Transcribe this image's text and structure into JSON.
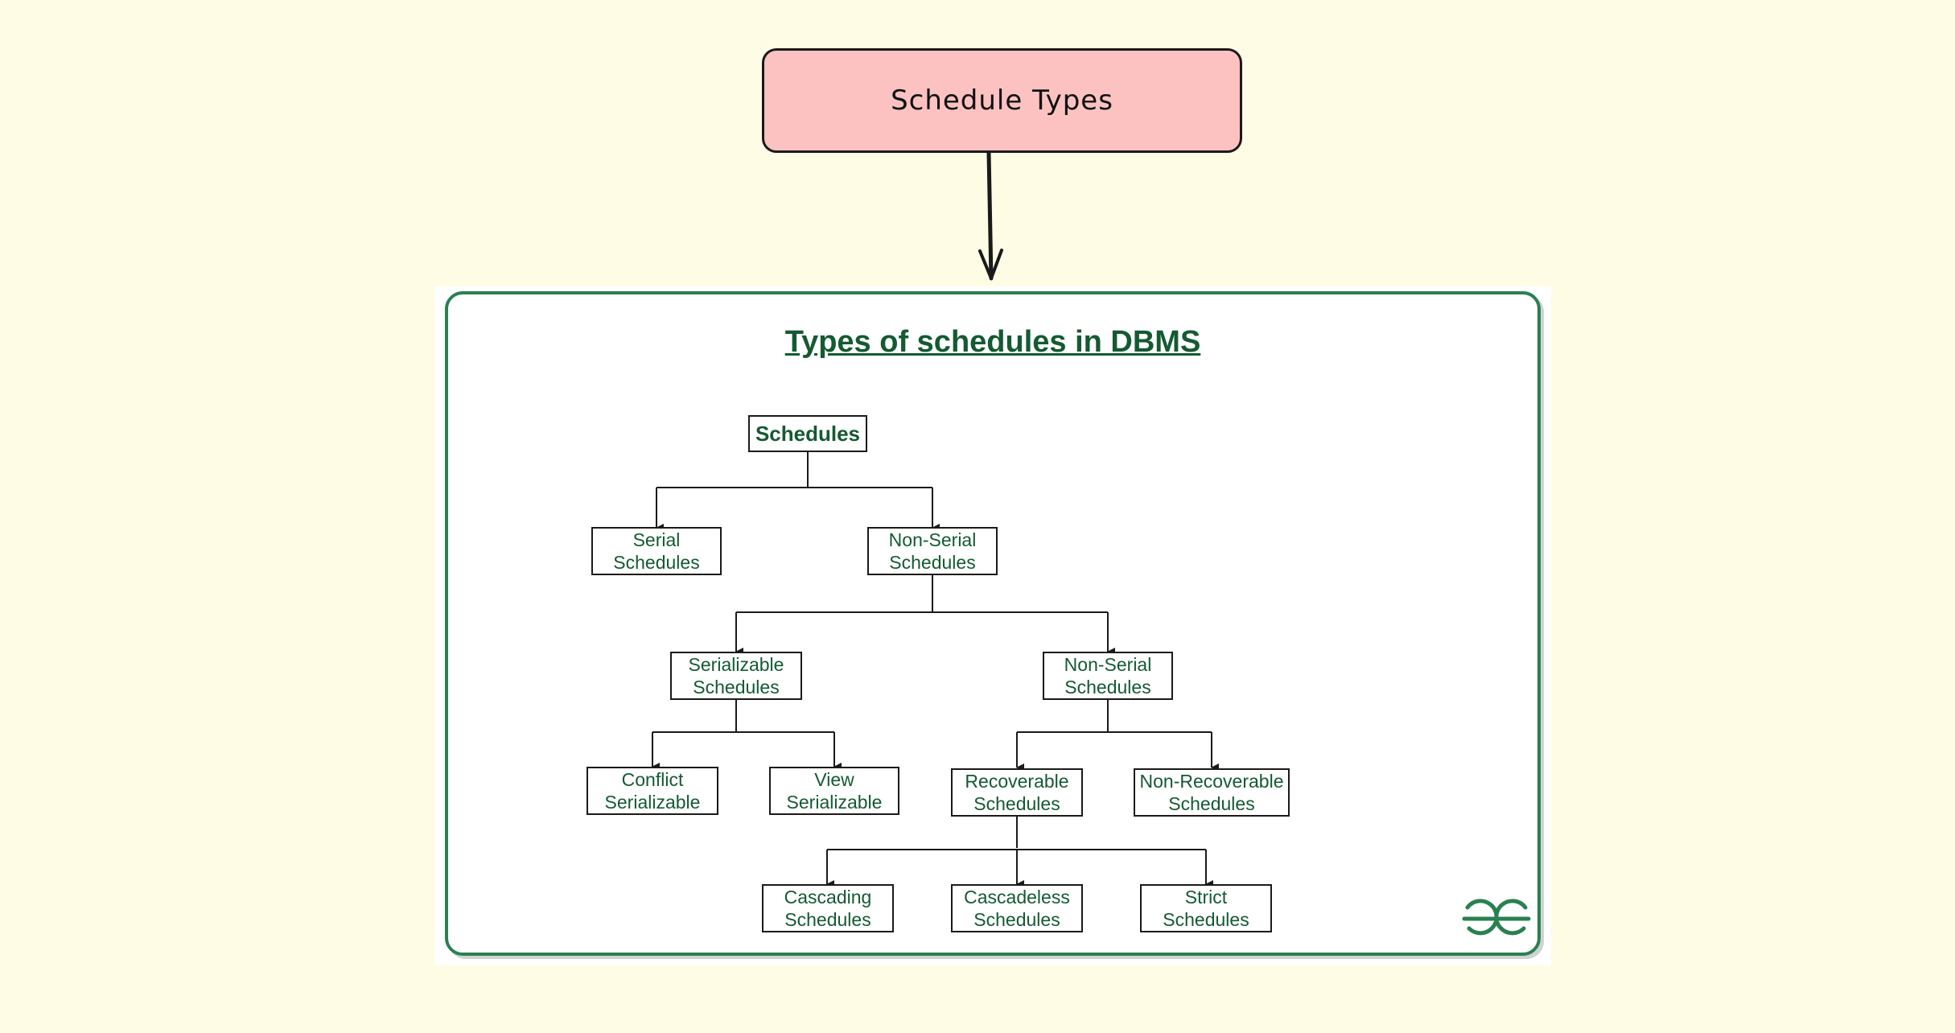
{
  "header": {
    "label": "Schedule Types"
  },
  "card": {
    "title": "Types of schedules in DBMS",
    "logo": "gfg-logo"
  },
  "colors": {
    "background": "#fefce4",
    "header_fill": "#fcc2c2",
    "card_border": "#2a8050",
    "text_green": "#145a32"
  },
  "tree": {
    "root": {
      "label": "Schedules"
    },
    "serial": {
      "label_line1": "Serial",
      "label_line2": "Schedules"
    },
    "non_serial": {
      "label_line1": "Non-Serial",
      "label_line2": "Schedules"
    },
    "serializable": {
      "label_line1": "Serializable",
      "label_line2": "Schedules"
    },
    "non_serial_2": {
      "label_line1": "Non-Serial",
      "label_line2": "Schedules"
    },
    "conflict": {
      "label_line1": "Conflict",
      "label_line2": "Serializable"
    },
    "view": {
      "label_line1": "View",
      "label_line2": "Serializable"
    },
    "recoverable": {
      "label_line1": "Recoverable",
      "label_line2": "Schedules"
    },
    "non_recoverable": {
      "label_line1": "Non-Recoverable",
      "label_line2": "Schedules"
    },
    "cascading": {
      "label_line1": "Cascading",
      "label_line2": "Schedules"
    },
    "cascadeless": {
      "label_line1": "Cascadeless",
      "label_line2": "Schedules"
    },
    "strict": {
      "label_line1": "Strict",
      "label_line2": "Schedules"
    }
  }
}
